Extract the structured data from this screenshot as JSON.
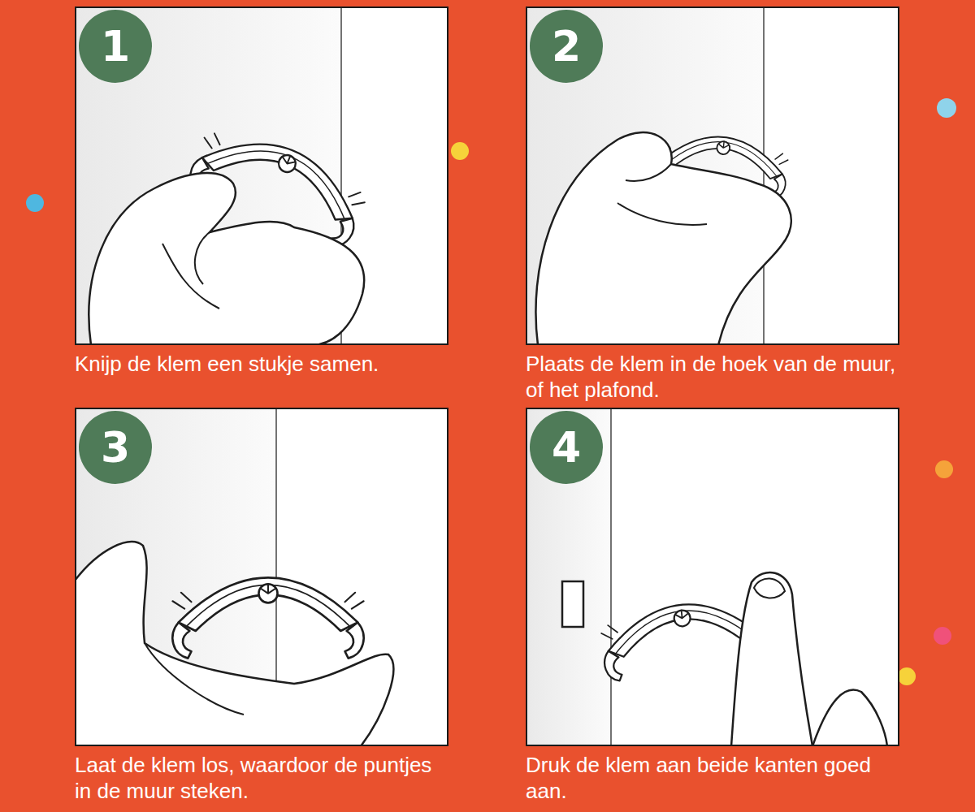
{
  "diagram": {
    "nodes": [
      {
        "text": [
          "Knijp de klem een stukje samen."
        ]
      },
      {
        "text": [
          "1"
        ],
        "in": 0
      },
      {
        "text": [
          "Plaats de klem in de hoek van de muur, of het plafond."
        ]
      },
      {
        "text": [
          "2"
        ],
        "in": 2
      },
      {
        "text": [
          "Laat de klem los, waardoor de puntjes in de muur steken."
        ]
      },
      {
        "text": [
          "3"
        ],
        "in": 4
      },
      {
        "text": [
          "Druk de klem aan beide kanten goed aan."
        ]
      },
      {
        "text": [
          "4"
        ],
        "in": 6
      }
    ]
  }
}
